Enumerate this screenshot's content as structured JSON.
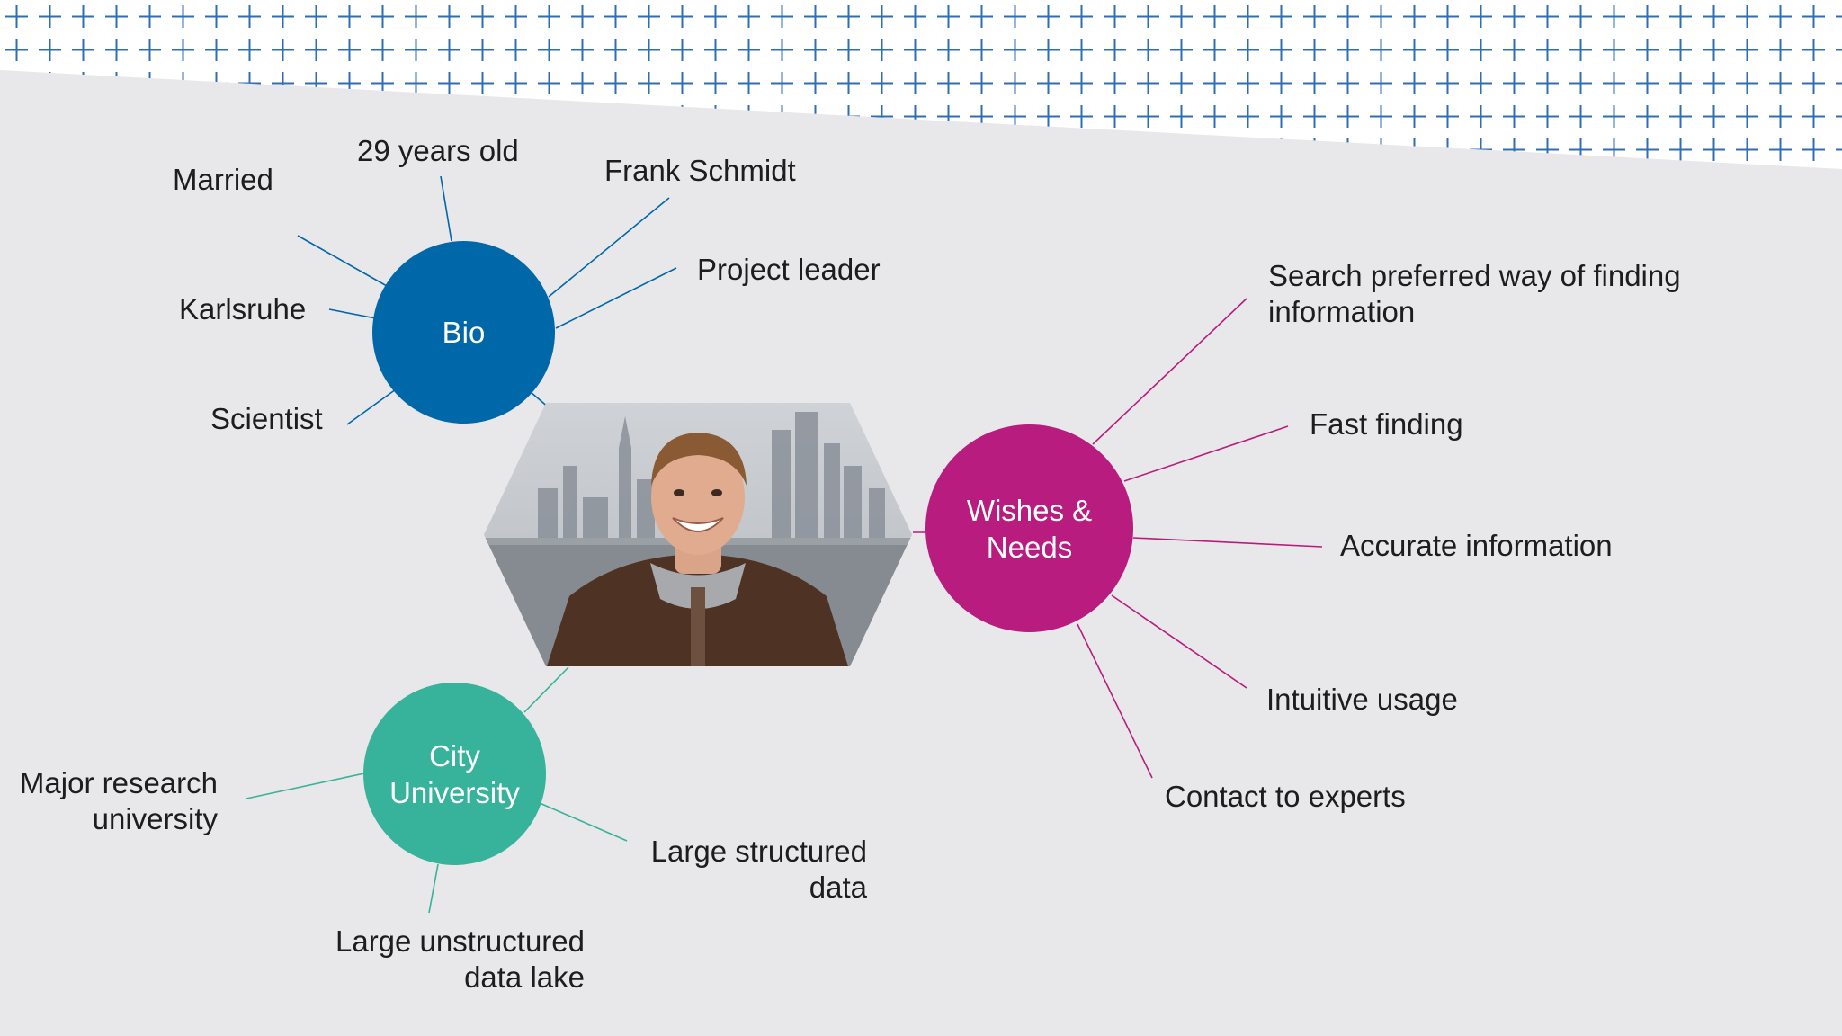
{
  "colors": {
    "background": "#e8e7e9",
    "grid_lines": "#2f6db5",
    "bio": "#0067a8",
    "wishes": "#b81c7e",
    "university": "#37b29b",
    "text": "#1d1d1d"
  },
  "persona": {
    "photo_icon": "person-photo"
  },
  "bio": {
    "label": "Bio",
    "items": [
      "29 years old",
      "Married",
      "Frank Schmidt",
      "Project leader",
      "Karlsruhe",
      "Scientist"
    ]
  },
  "wishes": {
    "label_line1": "Wishes &",
    "label_line2": "Needs",
    "items": [
      {
        "line1": "Search preferred way of finding",
        "line2": "information"
      },
      {
        "line1": "Fast finding"
      },
      {
        "line1": "Accurate information"
      },
      {
        "line1": "Intuitive usage"
      },
      {
        "line1": "Contact to experts"
      }
    ]
  },
  "university": {
    "label_line1": "City",
    "label_line2": "University",
    "items": [
      {
        "line1": "Major research",
        "line2": "university"
      },
      {
        "line1": "Large structured",
        "line2": "data"
      },
      {
        "line1": "Large unstructured",
        "line2": "data lake"
      }
    ]
  }
}
